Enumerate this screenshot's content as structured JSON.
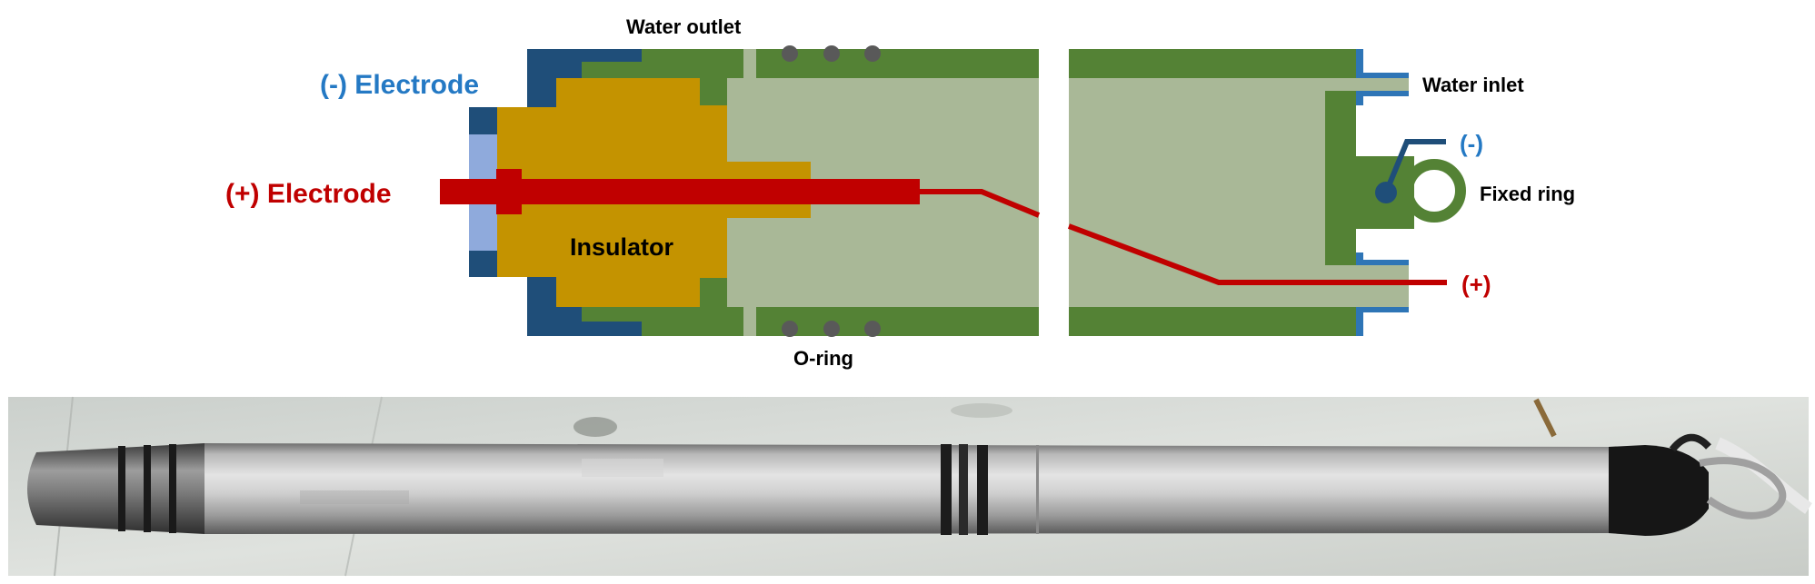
{
  "labels": {
    "neg_electrode": "(-) Electrode",
    "pos_electrode": "(+) Electrode",
    "insulator": "Insulator",
    "water_outlet": "Water outlet",
    "water_inlet": "Water inlet",
    "o_ring": "O-ring",
    "fixed_ring": "Fixed ring",
    "neg_terminal": "(-)",
    "pos_terminal": "(+)"
  },
  "colors": {
    "neg": "#2479c4",
    "neg_dark": "#1f4e79",
    "pos": "#c00000",
    "insulator": "#c49300",
    "housing": "#548235",
    "cavity": "#a9b897",
    "seal_light": "#8faadc",
    "o_ring": "#595959",
    "inlet_pipe": "#2e75b6"
  },
  "photo": {
    "icon": "probe-photo"
  }
}
